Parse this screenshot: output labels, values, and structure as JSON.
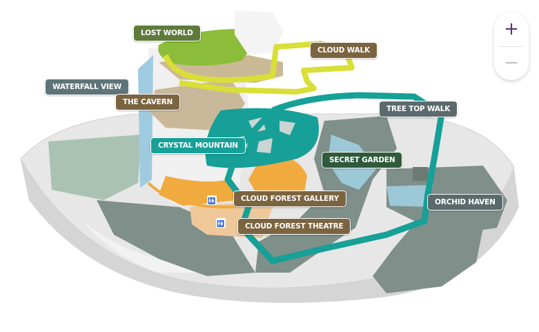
{
  "colors": {
    "olive": "#5f7a3a",
    "brown": "#7b6440",
    "slate": "#5f7479",
    "teal": "#16a097",
    "dark_green": "#2f5a3c",
    "dark_slate": "#5b6a6d",
    "lime": "#d9df36",
    "sand": "#c9b99a",
    "orange": "#f1aa3e",
    "water": "#7fb6d4"
  },
  "labels": [
    {
      "id": "lost-world",
      "text": "LOST WORLD",
      "color": "olive"
    },
    {
      "id": "cloud-walk",
      "text": "CLOUD WALK",
      "color": "brown"
    },
    {
      "id": "waterfall-view",
      "text": "WATERFALL VIEW",
      "color": "slate"
    },
    {
      "id": "the-cavern",
      "text": "THE CAVERN",
      "color": "brown"
    },
    {
      "id": "tree-top-walk",
      "text": "TREE TOP WALK",
      "color": "dark_slate"
    },
    {
      "id": "crystal-mountain",
      "text": "CRYSTAL MOUNTAIN",
      "color": "teal"
    },
    {
      "id": "secret-garden",
      "text": "SECRET GARDEN",
      "color": "dark_green"
    },
    {
      "id": "cloud-forest-gallery",
      "text": "CLOUD FOREST GALLERY",
      "color": "brown"
    },
    {
      "id": "orchid-haven",
      "text": "ORCHID HAVEN",
      "color": "dark_slate"
    },
    {
      "id": "cloud-forest-theatre",
      "text": "CLOUD FOREST THEATRE",
      "color": "brown"
    }
  ],
  "zoom": {
    "in_icon": "plus-icon",
    "in_symbol": "+",
    "out_icon": "minus-icon",
    "out_symbol": "−"
  }
}
